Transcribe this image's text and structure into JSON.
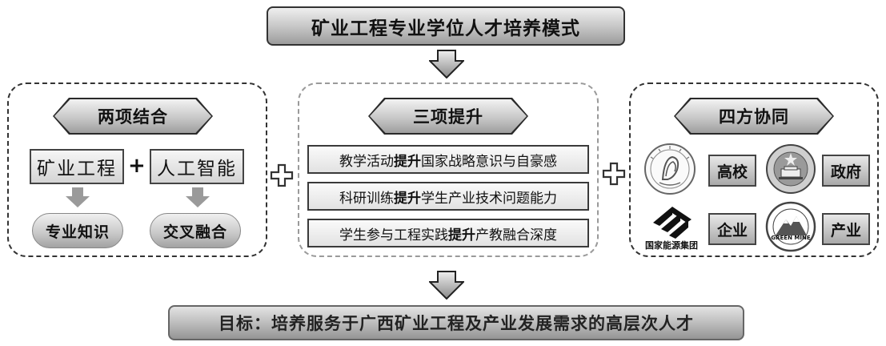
{
  "title": "矿业工程专业学位人才培养模式",
  "left_group": {
    "banner": "两项结合",
    "box_a": "矿业工程",
    "plus": "+",
    "box_b": "人工智能",
    "result_a": "专业知识",
    "result_b": "交叉融合"
  },
  "middle_group": {
    "banner": "三项提升",
    "items": [
      {
        "pre": "教学活动",
        "key": "提升",
        "post": "国家战略意识与自豪感"
      },
      {
        "pre": "科研训练",
        "key": "提升",
        "post": "学生产业技术问题能力"
      },
      {
        "pre": "学生参与工程实践",
        "key": "提升",
        "post": "产教融合深度"
      }
    ]
  },
  "right_group": {
    "banner": "四方协同",
    "labels": [
      "高校",
      "政府",
      "企业",
      "产业"
    ],
    "energy_logo_caption": "国家能源集团",
    "mine_logo_caption": "GREEN MINE"
  },
  "goal": "目标：培养服务于广西矿业工程及产业发展需求的高层次人才",
  "colors": {
    "border_dark": "#333333",
    "border_mid_group": "#9a9a9a",
    "fill_light": "#f0f0f0",
    "fill_dark": "#9e9e9e"
  }
}
